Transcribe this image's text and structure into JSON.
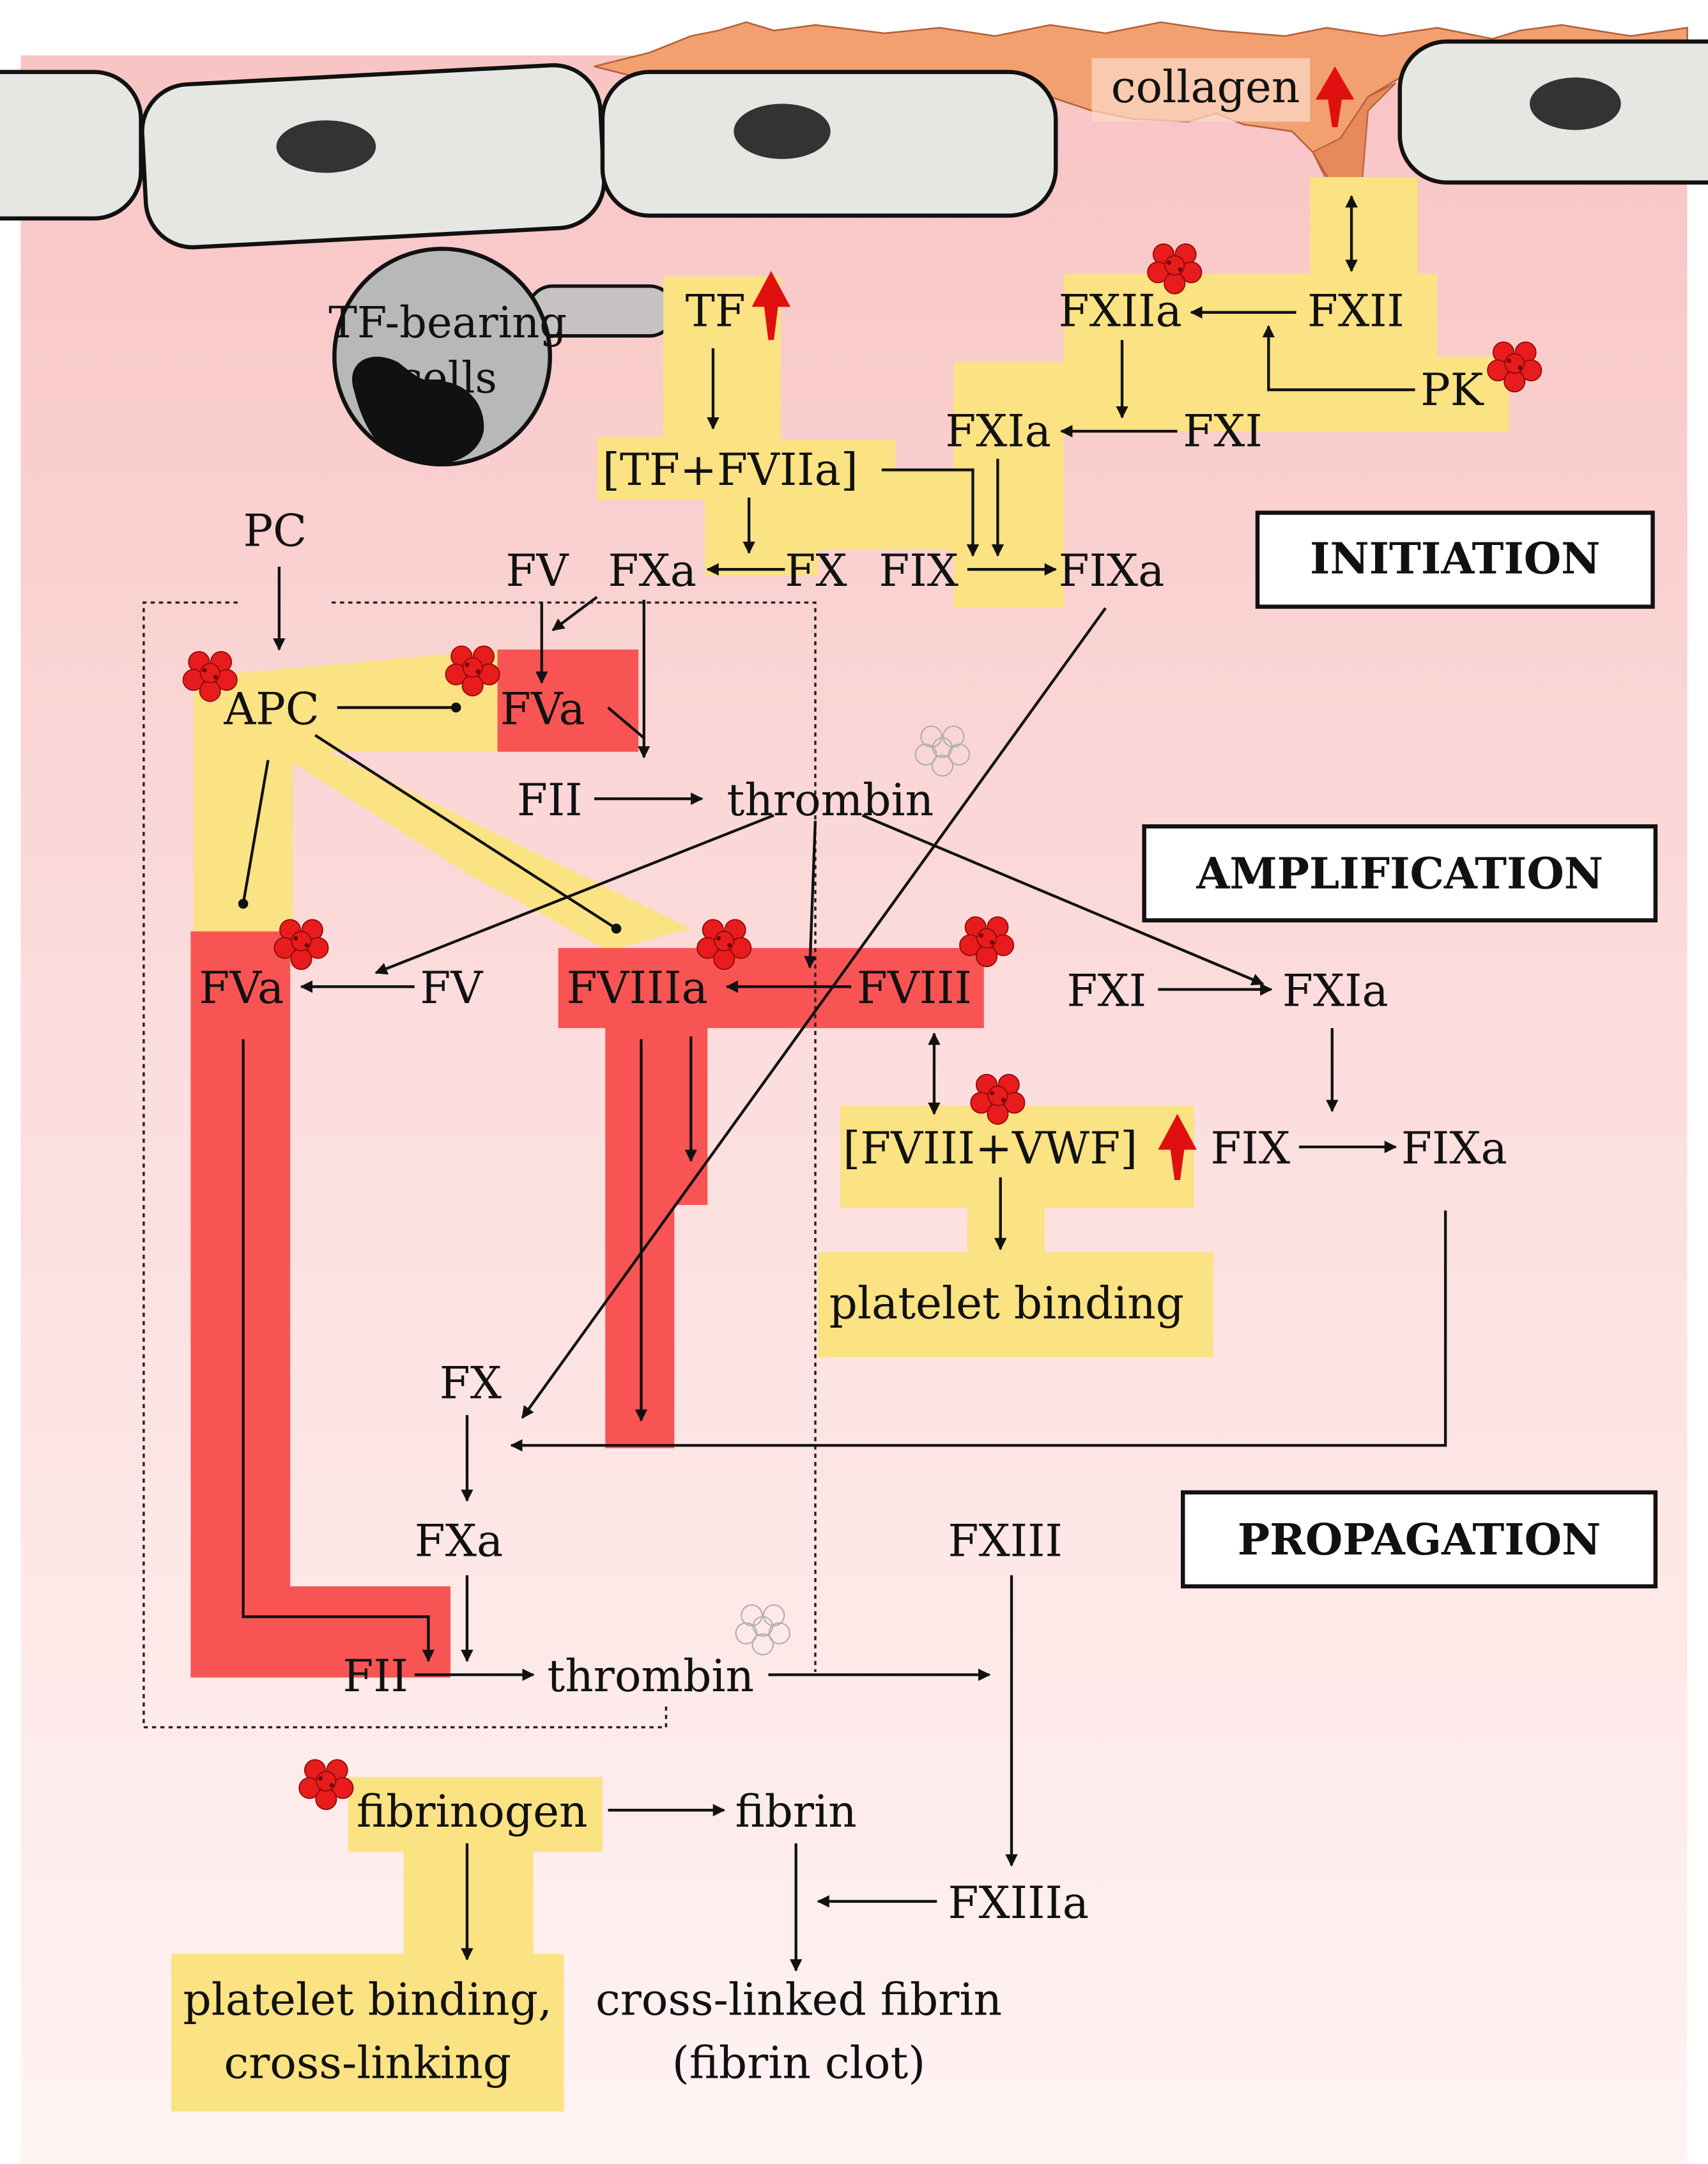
{
  "colors": {
    "background_top": "#f8c4c4",
    "background_bottom": "#fff3f3",
    "yellow_path": "#fbe283",
    "red_path": "#f95454",
    "cell_fill": "#e6e6e2",
    "cell_stroke": "#111111",
    "nucleus": "#333333",
    "collagen": "#f3a070",
    "up_arrow": "#e01010",
    "ferritin_red": "#e81c1c",
    "ferritin_outline": "#b8b8b8"
  },
  "icons": {
    "up_arrow": "red-up-arrow-icon",
    "ferritin": "ferritin-cluster-icon",
    "ferritin_outline": "ferritin-outline-icon"
  },
  "endothelium": {
    "collagen_label": "collagen"
  },
  "tf_cell": {
    "label_line1": "TF-bearing",
    "label_line2": "cells"
  },
  "phases": {
    "initiation": "INITIATION",
    "amplification": "AMPLIFICATION",
    "propagation": "PROPAGATION"
  },
  "nodes": {
    "tf": "TF",
    "fxiia": "FXIIa",
    "fxii": "FXII",
    "pk": "PK",
    "fxia_init": "FXIa",
    "fxi_init": "FXI",
    "tf_fviia": "[TF+FVIIa]",
    "pc": "PC",
    "fv_top": "FV",
    "fxa_top": "FXa",
    "fx_top": "FX",
    "fix_top": "FIX",
    "fixa_top": "FIXa",
    "apc": "APC",
    "fva_top": "FVa",
    "fii_mid": "FII",
    "thrombin_mid": "thrombin",
    "fva_left": "FVa",
    "fv_left": "FV",
    "fviiia": "FVIIIa",
    "fviii": "FVIII",
    "fxi_amp": "FXI",
    "fxia_amp": "FXIa",
    "fviii_vwf": "[FVIII+VWF]",
    "fix_amp": "FIX",
    "fixa_amp": "FIXa",
    "platelet_binding": "platelet binding",
    "fx_prop": "FX",
    "fxa_prop": "FXa",
    "fxiii": "FXIII",
    "fii_prop": "FII",
    "thrombin_prop": "thrombin",
    "fibrinogen": "fibrinogen",
    "fibrin": "fibrin",
    "fxiiia": "FXIIIa",
    "pb_cl_line1": "platelet binding,",
    "pb_cl_line2": "cross-linking",
    "clf_line1": "cross-linked fibrin",
    "clf_line2": "(fibrin clot)"
  }
}
